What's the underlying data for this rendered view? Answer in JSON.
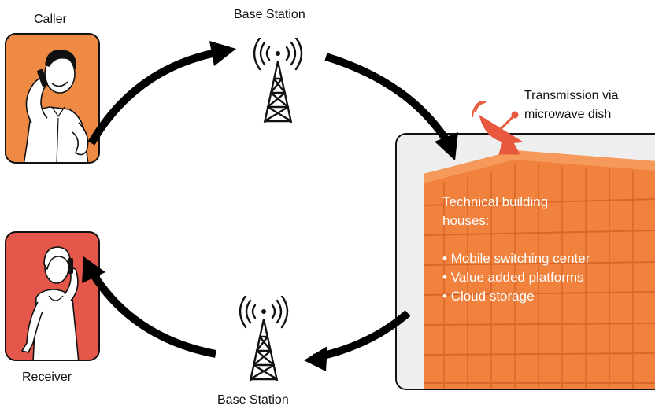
{
  "nodes": {
    "caller": "Caller",
    "receiver": "Receiver",
    "base_station_top": "Base Station",
    "base_station_bottom": "Base Station",
    "dish": "Transmission via microwave dish"
  },
  "building": {
    "heading": "Technical building houses:",
    "items": [
      "• Mobile switching center",
      "• Value added platforms",
      "• Cloud storage"
    ]
  },
  "colors": {
    "caller_bg": "#ef8a45",
    "receiver_bg": "#e4574a",
    "building": "#f0823e",
    "dish": "#e8583f",
    "panel_bg": "#eeeeee",
    "arrow": "#000000"
  },
  "icons": [
    "phone-caller-figure",
    "phone-receiver-figure",
    "antenna-tower-icon",
    "satellite-dish-icon",
    "office-building"
  ]
}
